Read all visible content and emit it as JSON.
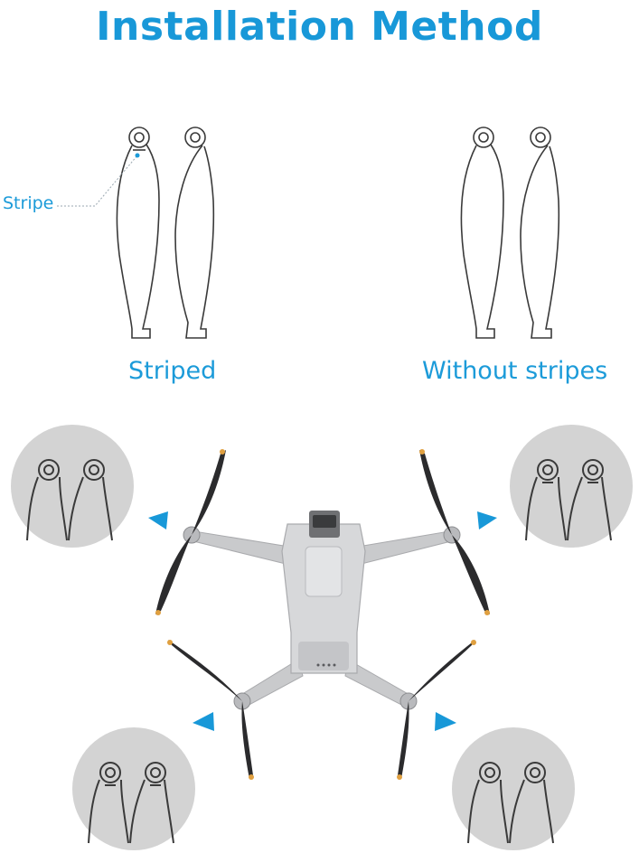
{
  "title": "Installation Method",
  "callout_label": "Stripe",
  "captions": {
    "striped": "Striped",
    "without_stripes": "Without stripes"
  },
  "colors": {
    "accent": "#1898d8",
    "outline": "#3a3a3a",
    "detail_circle": "#d3d3d3",
    "drone_body": "#d7d8da",
    "propeller": "#2b2b2d",
    "prop_tip": "#e0a040"
  },
  "icons": [
    "callout-pointer-icon",
    "triangle-pointer-icon"
  ]
}
